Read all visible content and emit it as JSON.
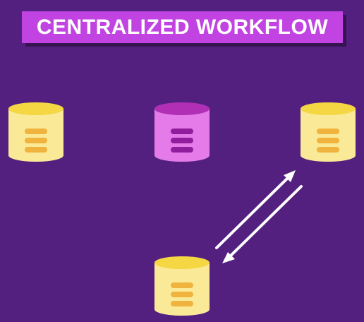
{
  "title": "CENTRALIZED WORKFLOW",
  "colors": {
    "background": "#54207f",
    "title_banner": "#c144e2",
    "title_text": "#ffffff",
    "repo_body": "#faea98",
    "repo_top": "#f4d743",
    "repo_stripes": "#efb33e",
    "central_repo_body": "#e47be9",
    "central_repo_top": "#b02fb4",
    "central_repo_stripes": "#901d9c",
    "arrow": "#ffffff"
  },
  "repositories": [
    {
      "role": "developer",
      "icon": "database-icon",
      "highlighted": false
    },
    {
      "role": "central",
      "icon": "database-icon",
      "highlighted": true
    },
    {
      "role": "developer",
      "icon": "database-icon",
      "highlighted": false
    },
    {
      "role": "developer",
      "icon": "database-icon",
      "highlighted": false
    }
  ],
  "connections": [
    {
      "between": [
        "developer-bottom",
        "developer-right"
      ],
      "direction": "bidirectional"
    }
  ]
}
